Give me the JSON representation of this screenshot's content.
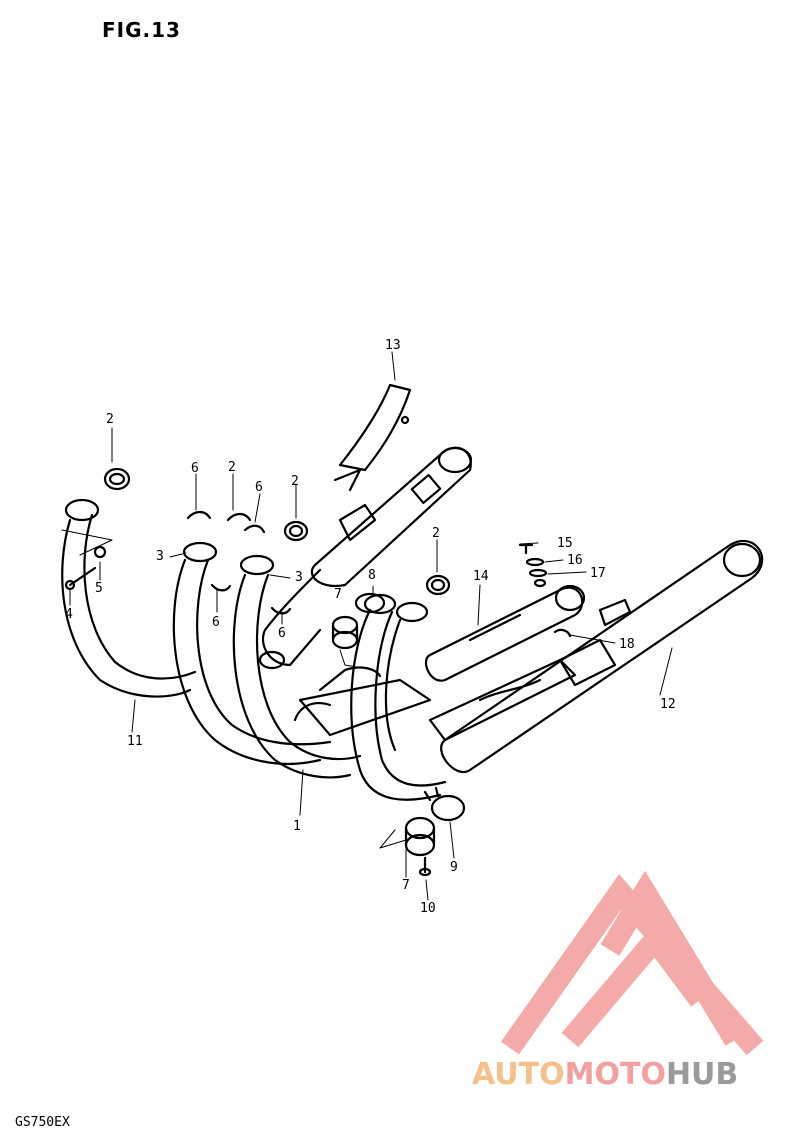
{
  "figure": {
    "title": "FIG.13",
    "model_code": "GS750EX"
  },
  "callouts": [
    "1",
    "2",
    "2",
    "2",
    "2",
    "2",
    "3",
    "3",
    "4",
    "5",
    "6",
    "6",
    "6",
    "6",
    "7",
    "7",
    "8",
    "9",
    "10",
    "11",
    "12",
    "13",
    "14",
    "15",
    "16",
    "17",
    "18"
  ],
  "watermark": {
    "part1": "AUTO",
    "part2": "MOTO",
    "part3": "HUB",
    "color_part1": "#f7c08a",
    "color_part2": "#f4a0a0",
    "color_part3": "#9a9a9a",
    "triangle_color": "#f49c9c"
  }
}
